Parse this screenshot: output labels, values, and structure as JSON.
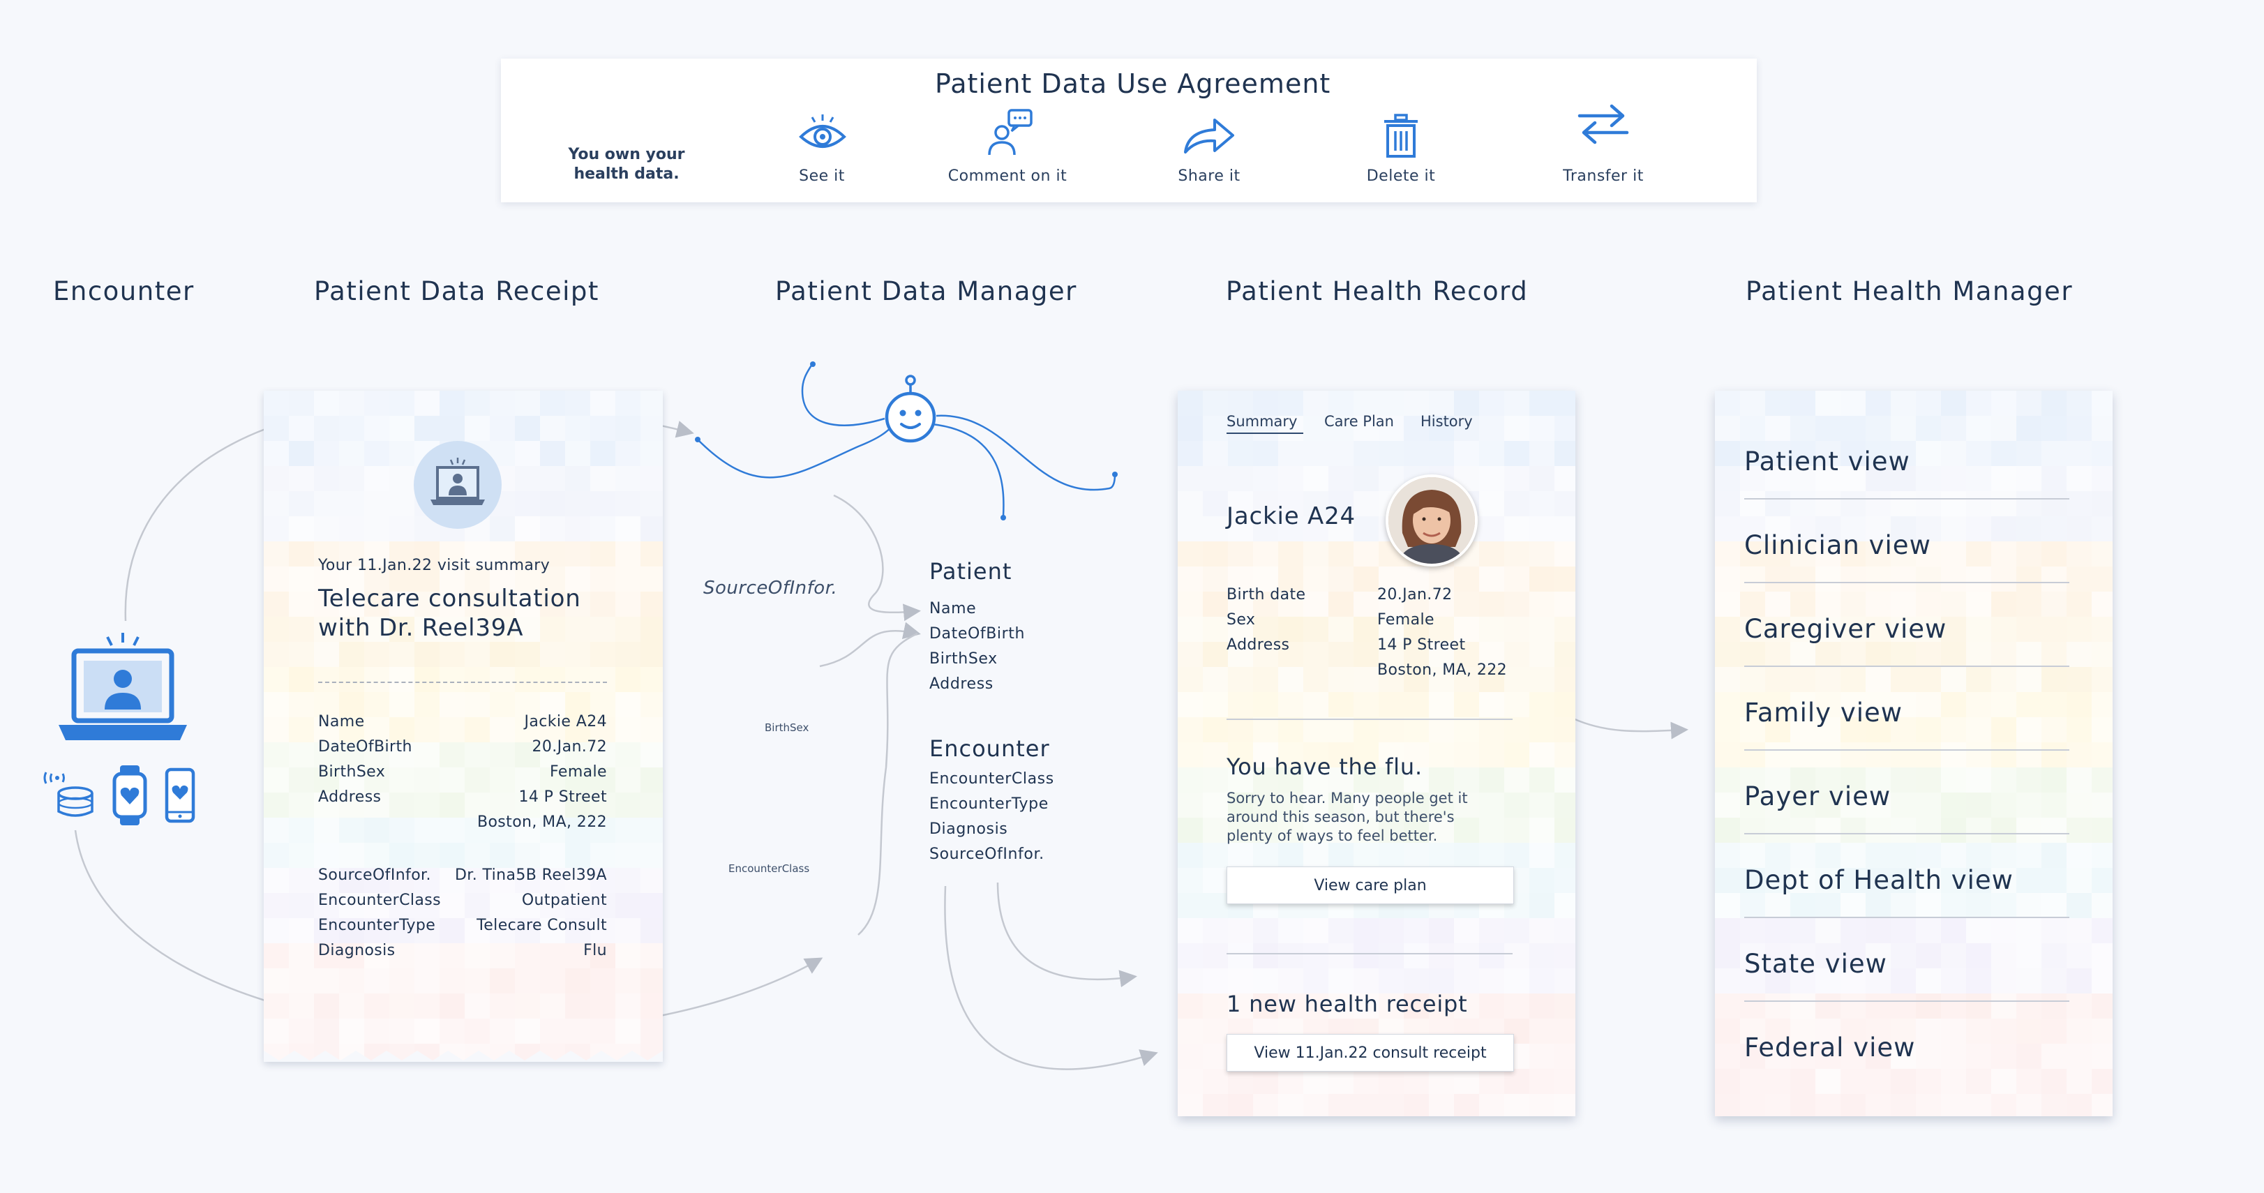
{
  "agreement": {
    "title": "Patient Data Use Agreement",
    "own": "You own your health data.",
    "actions": [
      {
        "label": "See it",
        "icon": "eye-icon"
      },
      {
        "label": "Comment on it",
        "icon": "person-comment-icon"
      },
      {
        "label": "Share it",
        "icon": "share-arrow-icon"
      },
      {
        "label": "Delete it",
        "icon": "trash-icon"
      },
      {
        "label": "Transfer it",
        "icon": "transfer-arrows-icon"
      }
    ]
  },
  "columns": {
    "encounter": "Encounter",
    "receipt": "Patient Data Receipt",
    "manager": "Patient Data Manager",
    "record": "Patient Health Record",
    "health_manager": "Patient Health Manager"
  },
  "receipt": {
    "summary": "Your 11.Jan.22 visit summary",
    "title_line1": "Telecare consultation",
    "title_line2": "with Dr. Reel39A",
    "fields": [
      {
        "k": "Name",
        "v": "Jackie A24"
      },
      {
        "k": "DateOfBirth",
        "v": "20.Jan.72"
      },
      {
        "k": "BirthSex",
        "v": "Female"
      },
      {
        "k": "Address",
        "v": "14 P Street"
      },
      {
        "k": "",
        "v": "Boston, MA, 222"
      }
    ],
    "encounter_fields": [
      {
        "k": "SourceOfInfor.",
        "v": "Dr. Tina5B Reel39A"
      },
      {
        "k": "EncounterClass",
        "v": "Outpatient"
      },
      {
        "k": "EncounterType",
        "v": "Telecare Consult"
      },
      {
        "k": "Diagnosis",
        "v": "Flu"
      }
    ]
  },
  "flow_labels": {
    "source": "SourceOfInfor.",
    "birthsex": "BirthSex",
    "encounterclass": "EncounterClass"
  },
  "manager": {
    "patient_title": "Patient",
    "patient_fields": [
      "Name",
      "DateOfBirth",
      "BirthSex",
      "Address"
    ],
    "encounter_title": "Encounter",
    "encounter_fields": [
      "EncounterClass",
      "EncounterType",
      "Diagnosis",
      "SourceOfInfor."
    ]
  },
  "record": {
    "tabs": [
      "Summary",
      "Care Plan",
      "History"
    ],
    "active_tab": "Summary",
    "name": "Jackie A24",
    "fields": [
      {
        "k": "Birth date",
        "v": "20.Jan.72"
      },
      {
        "k": "Sex",
        "v": "Female"
      },
      {
        "k": "Address",
        "v": "14 P Street"
      },
      {
        "k": "",
        "v": "Boston, MA, 222"
      }
    ],
    "diagnosis_title": "You have the flu.",
    "diagnosis_body": [
      "Sorry to hear. Many people get it",
      "around this season, but there's",
      "plenty of ways to feel better."
    ],
    "care_plan_button": "View care plan",
    "receipt_title": "1 new health receipt",
    "receipt_button": "View 11.Jan.22 consult receipt"
  },
  "views": [
    "Patient view",
    "Clinician view",
    "Caregiver view",
    "Family view",
    "Payer view",
    "Dept of Health view",
    "State view",
    "Federal view"
  ],
  "colors": {
    "accent": "#2f7bd8",
    "text": "#1f3350",
    "background": "#f6f8fc"
  }
}
